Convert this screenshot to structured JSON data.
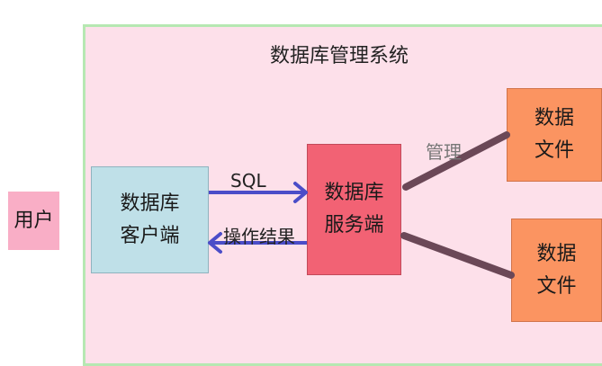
{
  "title": "数据库管理系统",
  "nodes": {
    "user": "用户",
    "client": "数据库\n客户端",
    "server": "数据库\n服务端",
    "file1": "数据\n文件",
    "file2": "数据\n文件"
  },
  "edges": {
    "request": "SQL",
    "response": "操作结果",
    "manage": "管理"
  },
  "colors": {
    "frame_border": "#b6e8b2",
    "frame_fill": "#fde0ea",
    "arrow": "#4b4dc8",
    "link": "#6b4857"
  }
}
